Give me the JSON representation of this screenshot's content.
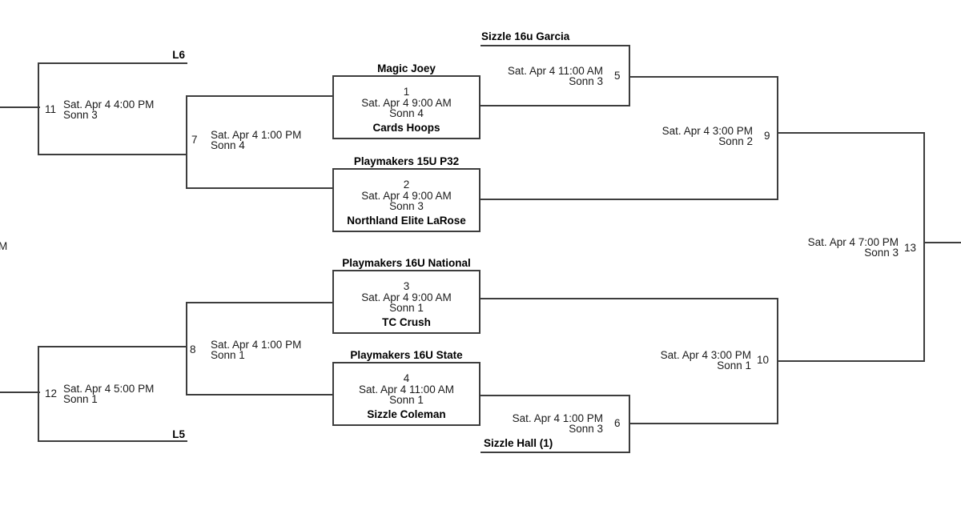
{
  "labels": {
    "l6": "L6",
    "l5": "L5",
    "left_edge_fragment": "M"
  },
  "colors": {
    "line": "#3d3d3d",
    "text": "#1b1b1b",
    "team_text": "#000000",
    "background": "#ffffff"
  },
  "games": {
    "g1": {
      "number": "1",
      "datetime": "Sat. Apr 4 9:00 AM",
      "venue": "Sonn 4",
      "top_team": "Magic Joey",
      "bottom_team": "Cards Hoops"
    },
    "g2": {
      "number": "2",
      "datetime": "Sat. Apr 4 9:00 AM",
      "venue": "Sonn 3",
      "top_team": "Playmakers 15U P32",
      "bottom_team": "Northland Elite LaRose"
    },
    "g3": {
      "number": "3",
      "datetime": "Sat. Apr 4 9:00 AM",
      "venue": "Sonn 1",
      "top_team": "Playmakers 16U National",
      "bottom_team": "TC Crush"
    },
    "g4": {
      "number": "4",
      "datetime": "Sat. Apr 4 11:00 AM",
      "venue": "Sonn 1",
      "top_team": "Playmakers 16U State",
      "bottom_team": "Sizzle Coleman"
    },
    "g5": {
      "number": "5",
      "datetime": "Sat. Apr 4 11:00 AM",
      "venue": "Sonn 3",
      "top_team": "Sizzle 16u Garcia"
    },
    "g6": {
      "number": "6",
      "datetime": "Sat. Apr 4 1:00 PM",
      "venue": "Sonn 3",
      "bottom_team": "Sizzle Hall (1)"
    },
    "g7": {
      "number": "7",
      "datetime": "Sat. Apr 4 1:00 PM",
      "venue": "Sonn 4"
    },
    "g8": {
      "number": "8",
      "datetime": "Sat. Apr 4 1:00 PM",
      "venue": "Sonn 1"
    },
    "g9": {
      "number": "9",
      "datetime": "Sat. Apr 4 3:00 PM",
      "venue": "Sonn 2"
    },
    "g10": {
      "number": "10",
      "datetime": "Sat. Apr 4 3:00 PM",
      "venue": "Sonn 1"
    },
    "g11": {
      "number": "11",
      "datetime": "Sat. Apr 4 4:00 PM",
      "venue": "Sonn 3"
    },
    "g12": {
      "number": "12",
      "datetime": "Sat. Apr 4 5:00 PM",
      "venue": "Sonn 1"
    },
    "g13": {
      "number": "13",
      "datetime": "Sat. Apr 4 7:00 PM",
      "venue": "Sonn 3"
    }
  }
}
